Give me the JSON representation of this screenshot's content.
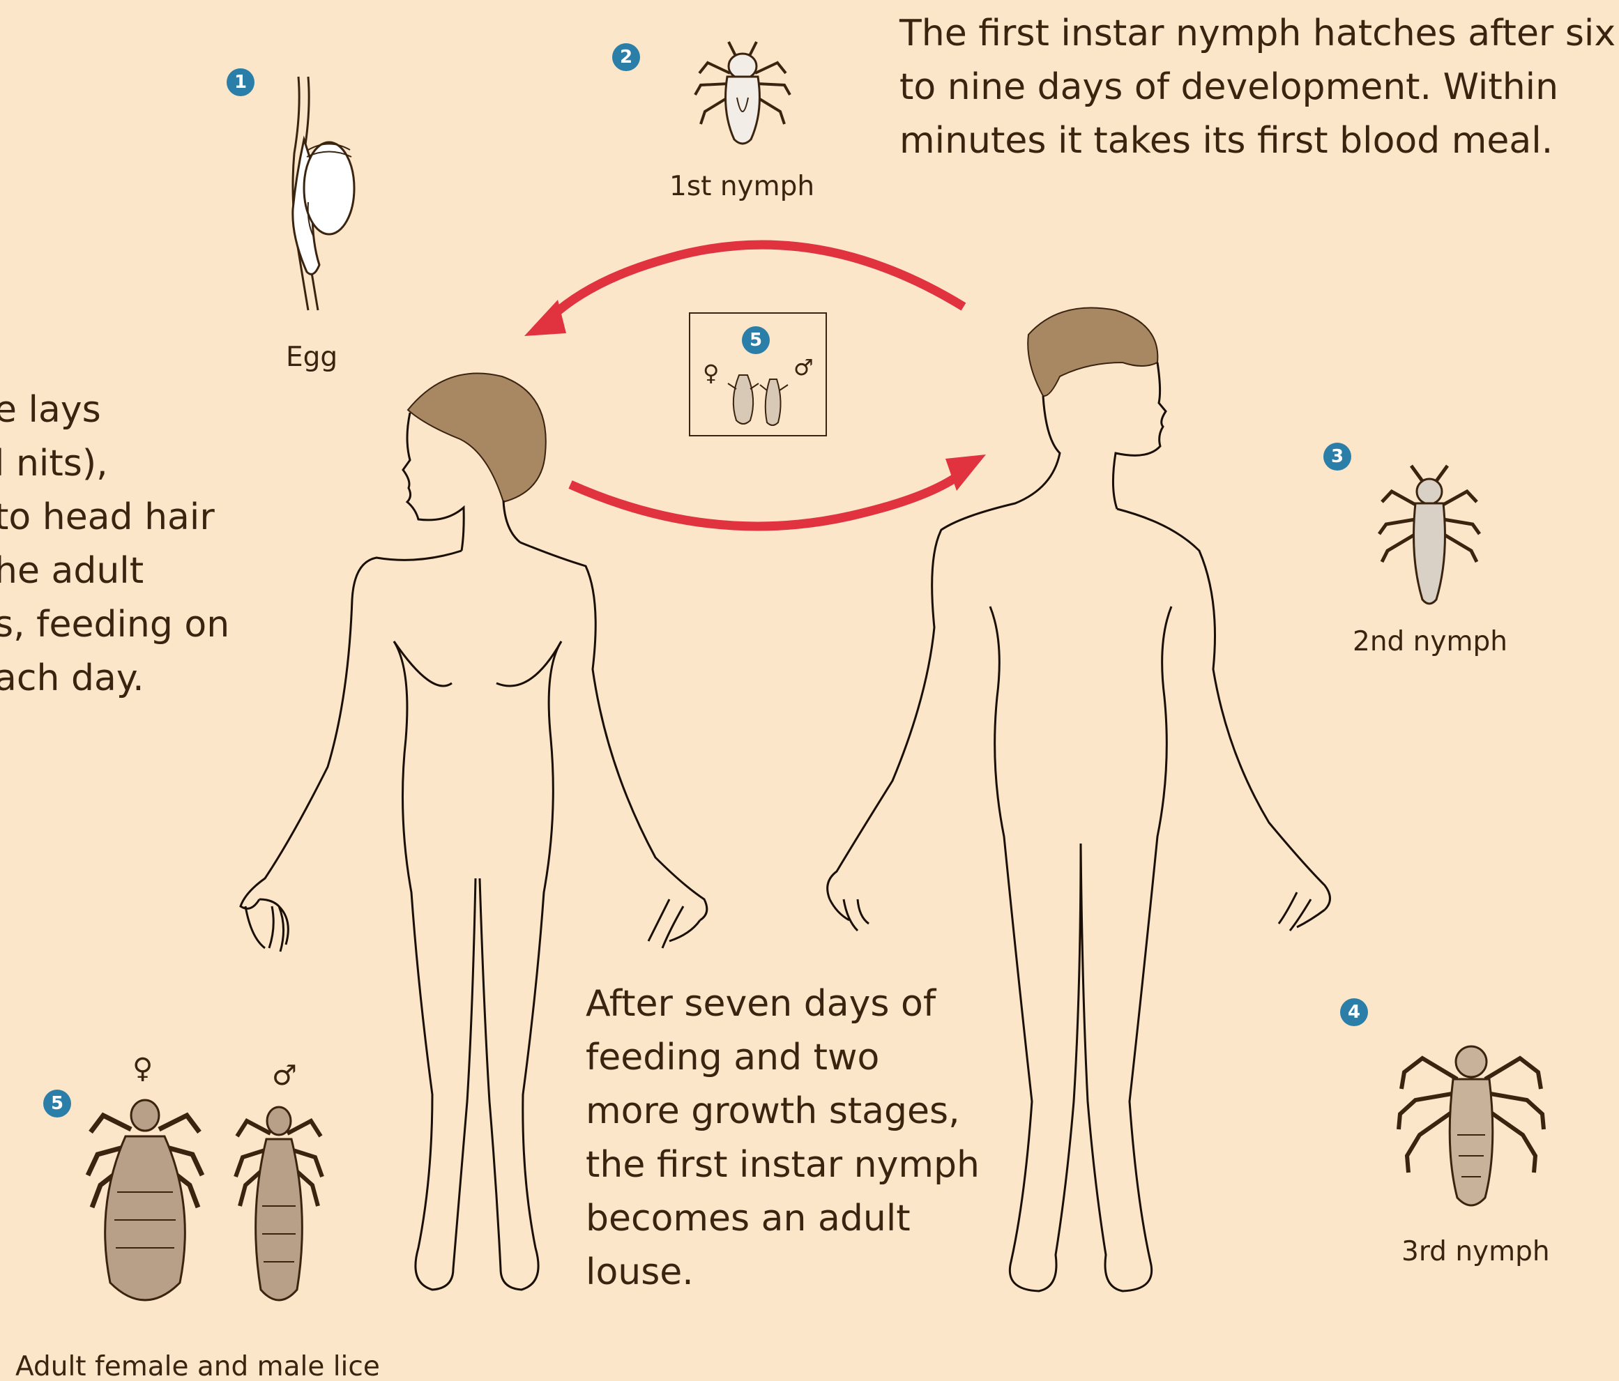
{
  "top_text": {
    "lines": [
      "The first instar nymph hatches after six",
      "to nine days of development. Within",
      "minutes it takes its first blood meal."
    ]
  },
  "left_text": {
    "lines": [
      "e lays",
      "l nits),",
      "to head hair",
      "he adult",
      "s, feeding on",
      "ach day."
    ]
  },
  "bottom_text": {
    "lines": [
      "After seven days of",
      "feeding and two",
      "more growth stages,",
      "the first instar nymph",
      "becomes an adult",
      "louse."
    ]
  },
  "stages": {
    "egg": {
      "badge": "1",
      "label": "Egg"
    },
    "nymph1": {
      "badge": "2",
      "label": "1st nymph"
    },
    "nymph2": {
      "badge": "3",
      "label": "2nd nymph"
    },
    "nymph3": {
      "badge": "4",
      "label": "3rd nymph"
    },
    "adult": {
      "badge": "5",
      "label": "Adult female and male lice",
      "female_symbol": "♀",
      "male_symbol": "♂"
    },
    "transfer": {
      "badge": "5",
      "female_symbol": "♀",
      "male_symbol": "♂"
    }
  },
  "colors": {
    "background": "#fbe6c9",
    "hair": "#a88763",
    "arrow": "#e0323f",
    "badge": "#2a7ea8",
    "text": "#3a2410",
    "louse_body": "#b8a088"
  }
}
